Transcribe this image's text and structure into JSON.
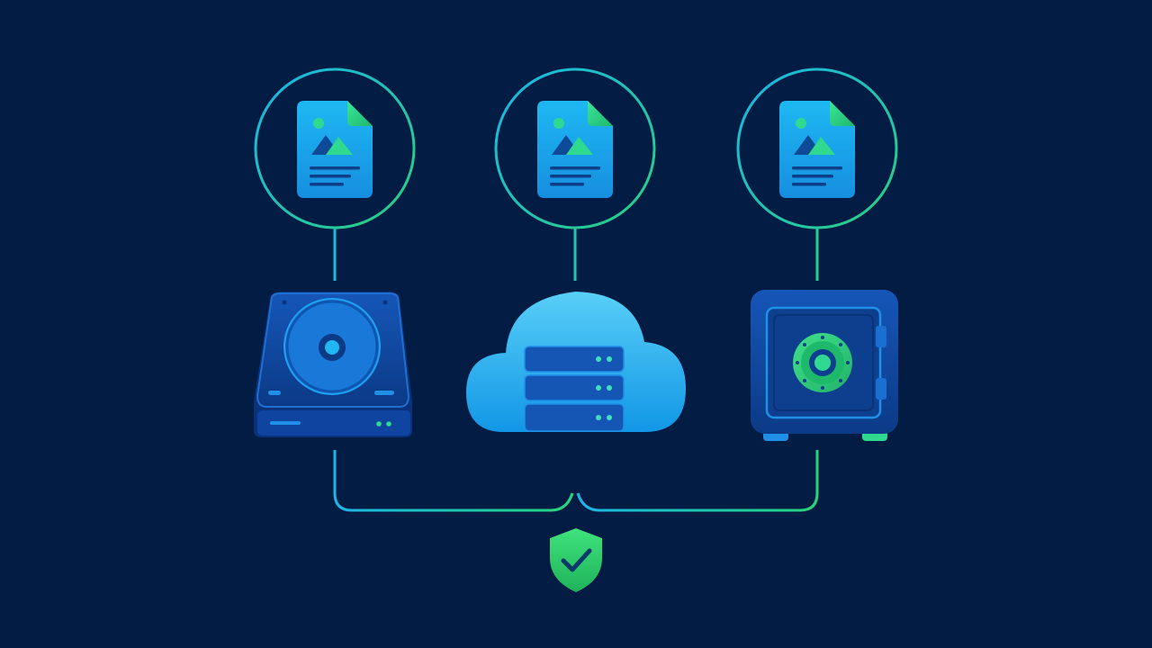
{
  "diagram": {
    "file_nodes": [
      {
        "icon": "image-file-icon",
        "links_to": "hard-drive"
      },
      {
        "icon": "image-file-icon",
        "links_to": "cloud-server"
      },
      {
        "icon": "image-file-icon",
        "links_to": "safe"
      }
    ],
    "storage_nodes": [
      {
        "icon": "hard-drive-icon"
      },
      {
        "icon": "cloud-server-icon"
      },
      {
        "icon": "safe-icon"
      }
    ],
    "result_node": {
      "icon": "shield-check-icon"
    }
  },
  "colors": {
    "background": "#031c44",
    "line_blue": "#1fb4e6",
    "line_green": "#27d67c",
    "file_blue": "#1aa8ec",
    "file_fold": "#2bd98a",
    "device_dark": "#0b3a86",
    "device_mid": "#1552b0",
    "cloud_light": "#5fd0f7",
    "cloud_dark": "#0f8fe0",
    "shield_green": "#2bd96b",
    "check_dark": "#0b3a6a"
  }
}
